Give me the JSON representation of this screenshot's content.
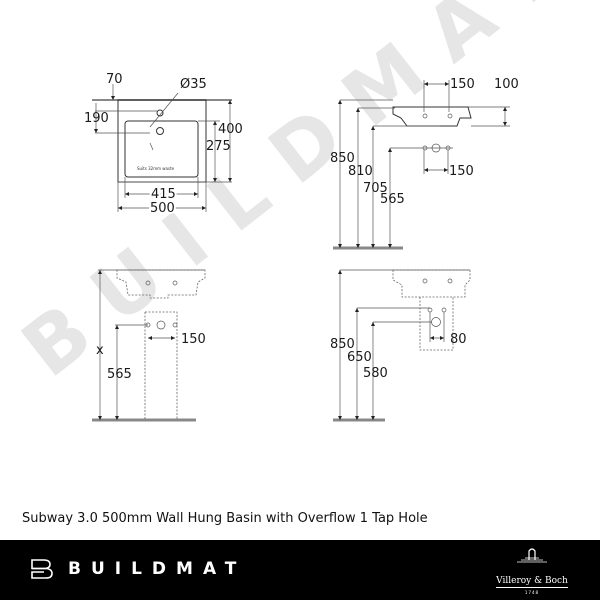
{
  "product": {
    "title": "Subway 3.0 500mm Wall Hung Basin with Overflow 1 Tap Hole"
  },
  "watermark": "BUILDMAT",
  "drawings": {
    "top_view": {
      "dims": {
        "offset_70": "70",
        "hole_dia": "Ø35",
        "d190": "190",
        "d400": "400",
        "d275": "275",
        "d415": "415",
        "d500": "500"
      },
      "note": "Suits 32mm waste"
    },
    "side_view": {
      "dims": {
        "d150_top": "150",
        "d100": "100",
        "d850": "850",
        "d810": "810",
        "d705": "705",
        "d565": "565",
        "d150_bottom": "150"
      }
    },
    "front_pedestal_view": {
      "dims": {
        "x": "x",
        "d565": "565",
        "d150": "150"
      }
    },
    "side_semi_pedestal_view": {
      "dims": {
        "d850": "850",
        "d650": "650",
        "d580": "580",
        "d80": "80"
      }
    }
  },
  "footer": {
    "brand": "BUILDMAT",
    "partner": {
      "name": "Villeroy & Boch",
      "year": "1748"
    }
  }
}
